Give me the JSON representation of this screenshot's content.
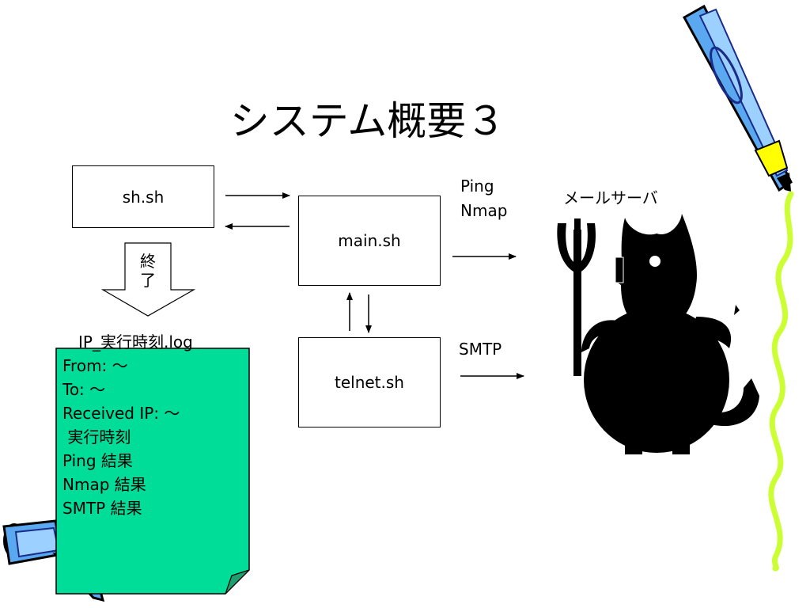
{
  "slide": {
    "title": "システム概要３"
  },
  "diagram": {
    "nodes": {
      "sh": "sh.sh",
      "main": "main.sh",
      "telnet": "telnet.sh",
      "mail_server": "メールサーバ"
    },
    "end_arrow_label": [
      "終",
      "了"
    ],
    "edge_labels": {
      "ping": "Ping",
      "nmap": "Nmap",
      "smtp": "SMTP"
    },
    "log_file": {
      "name": "IP_実行時刻.log",
      "lines": [
        "From: 〜",
        "To: 〜",
        "Received IP: 〜",
        " 実行時刻",
        "Ping 結果",
        "Nmap 結果",
        "SMTP 結果"
      ],
      "fill_color": "#00dd99"
    }
  },
  "colors": {
    "pen_blue": "#5aa9f0",
    "pen_yellow": "#ffff00",
    "squiggle": "#ccff33"
  }
}
